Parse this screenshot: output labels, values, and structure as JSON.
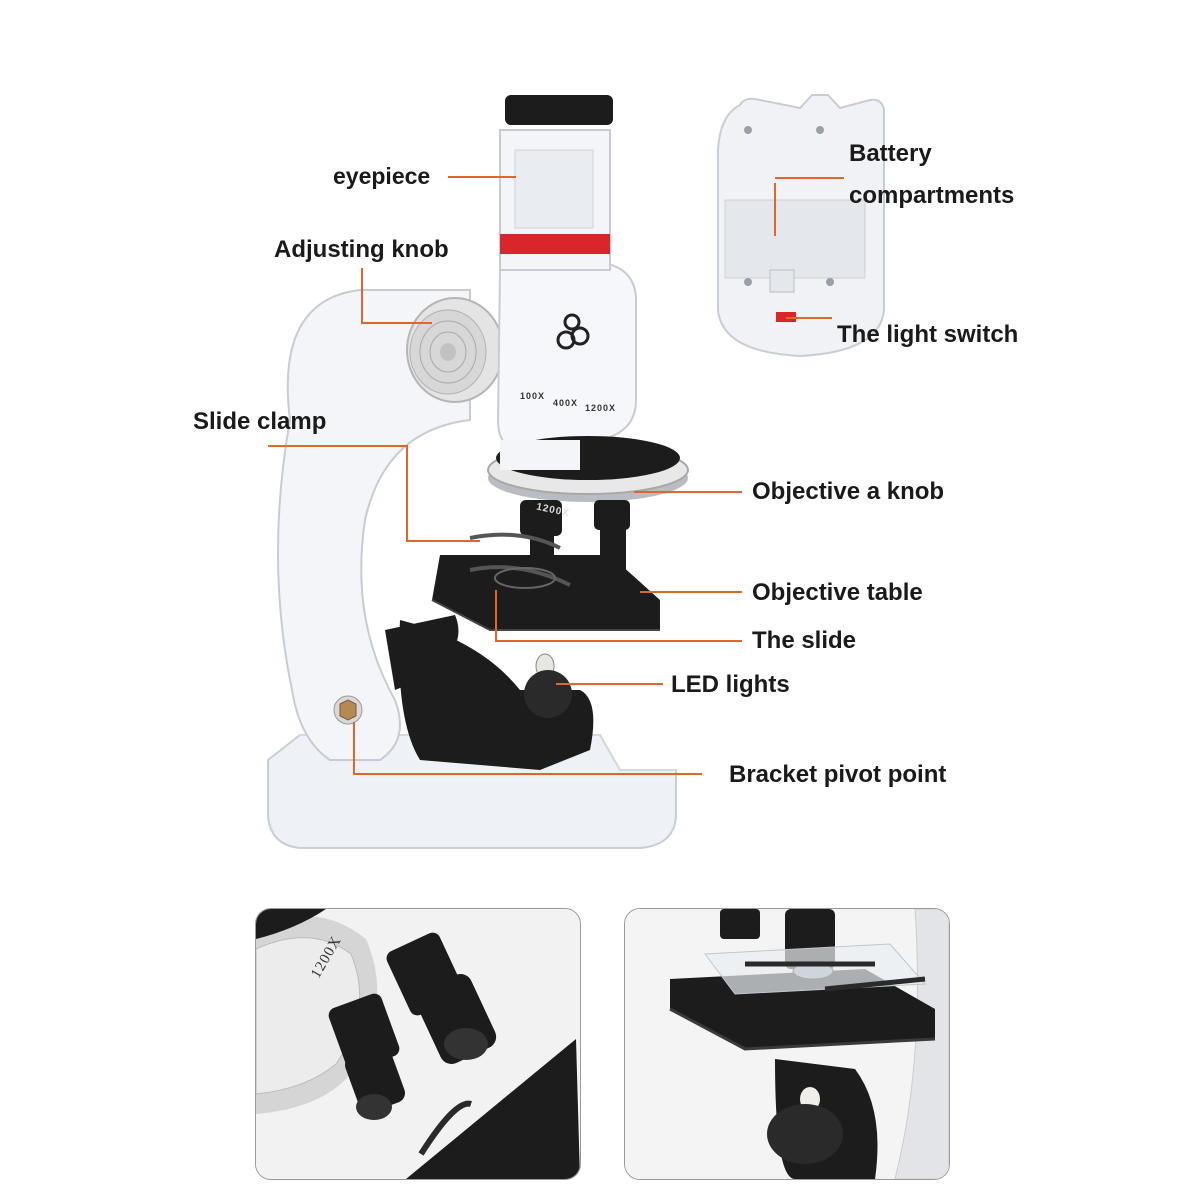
{
  "labels": {
    "eyepiece": "eyepiece",
    "adjusting_knob": "Adjusting knob",
    "slide_clamp": "Slide clamp",
    "battery_line1": "Battery",
    "battery_line2": "compartments",
    "light_switch": "The light switch",
    "objective_knob": "Objective a knob",
    "objective_table": "Objective table",
    "the_slide": "The slide",
    "led_lights": "LED lights",
    "bracket_pivot": "Bracket pivot point"
  },
  "magnifications": [
    "100X",
    "400X",
    "1200X"
  ],
  "objective_marking": "1200X",
  "detail_left_marking": "1200X",
  "colors": {
    "leader_line": "#e0662a",
    "body": "#f1f4f8",
    "accent_red": "#d8262a",
    "black_part": "#1c1c1c"
  }
}
